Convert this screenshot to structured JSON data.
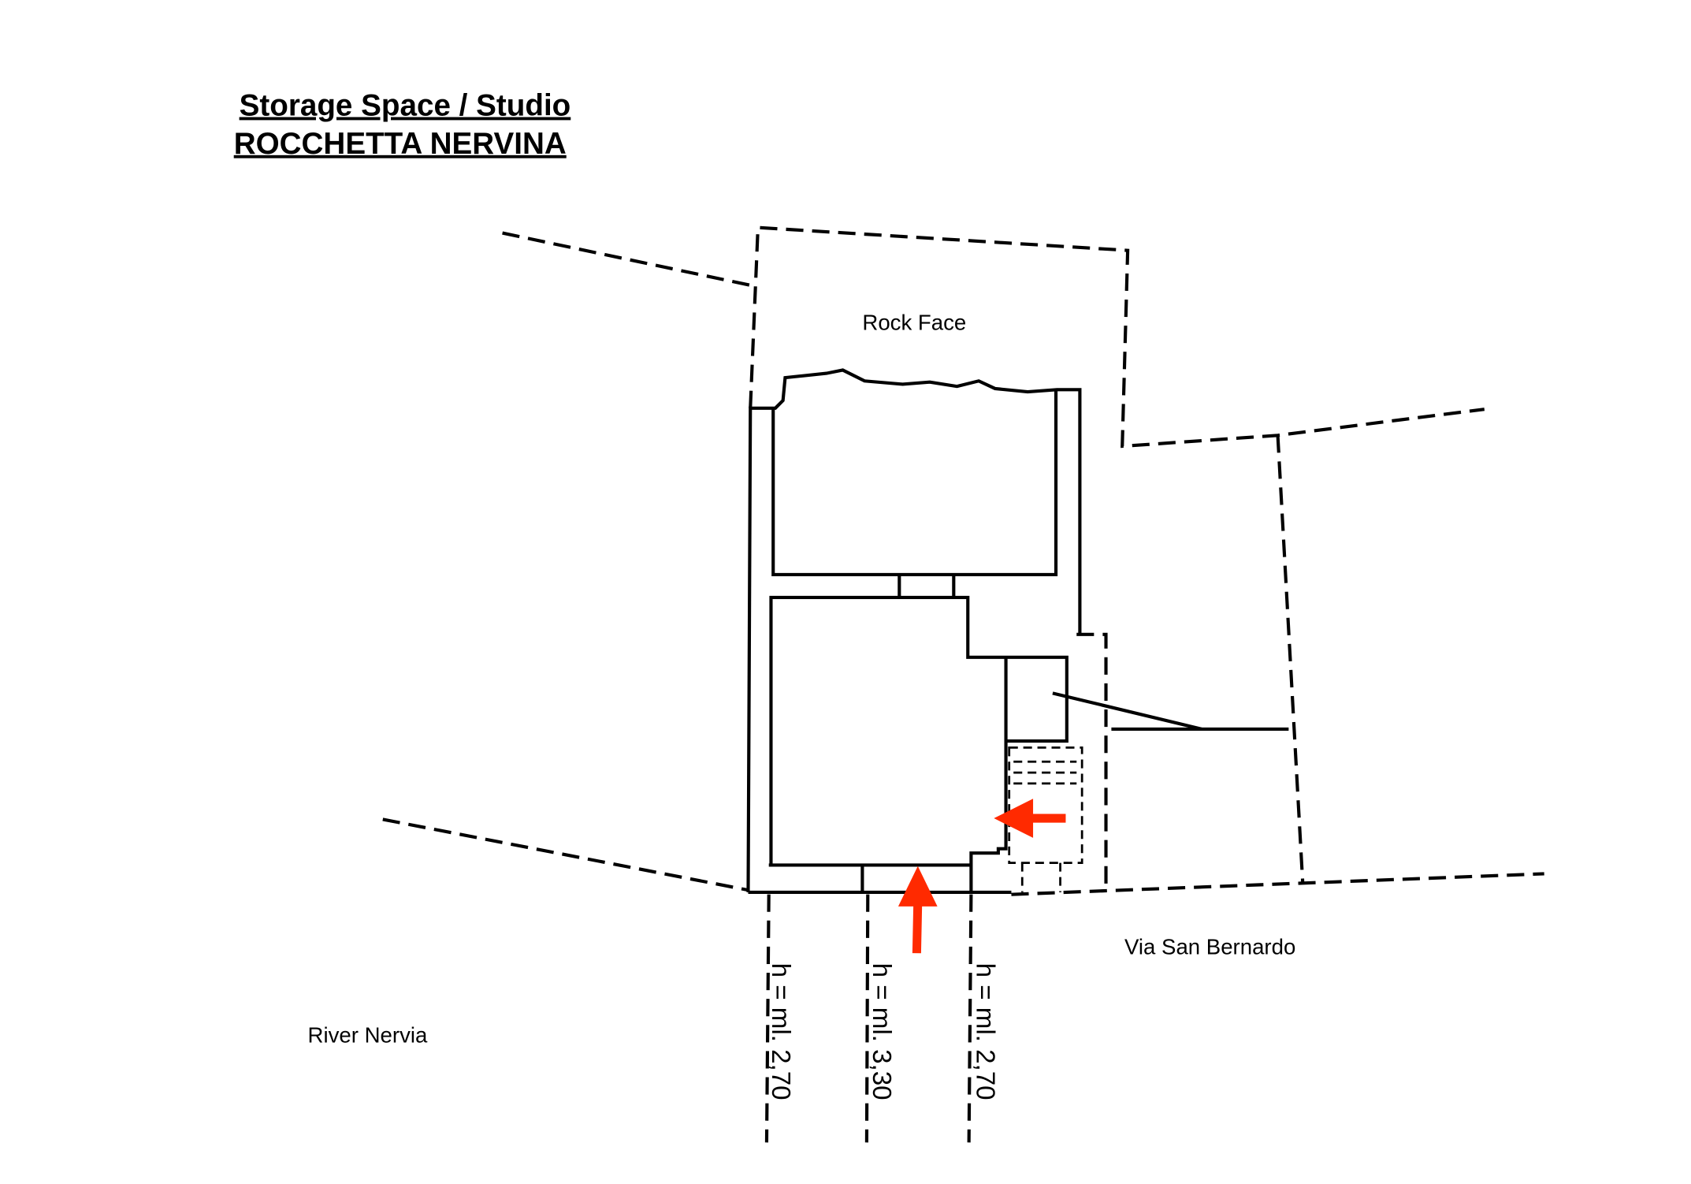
{
  "title": {
    "line1": "Storage Space / Studio",
    "line2": "ROCCHETTA NERVINA"
  },
  "labels": {
    "rock_face": "Rock Face",
    "street": "Via San Bernardo",
    "river": "River Nervia"
  },
  "heights": [
    "h = ml. 2,70",
    "h = ml. 3,30",
    "h = ml. 2,70"
  ],
  "colors": {
    "arrow": "#ff2a00",
    "line": "#000000"
  }
}
